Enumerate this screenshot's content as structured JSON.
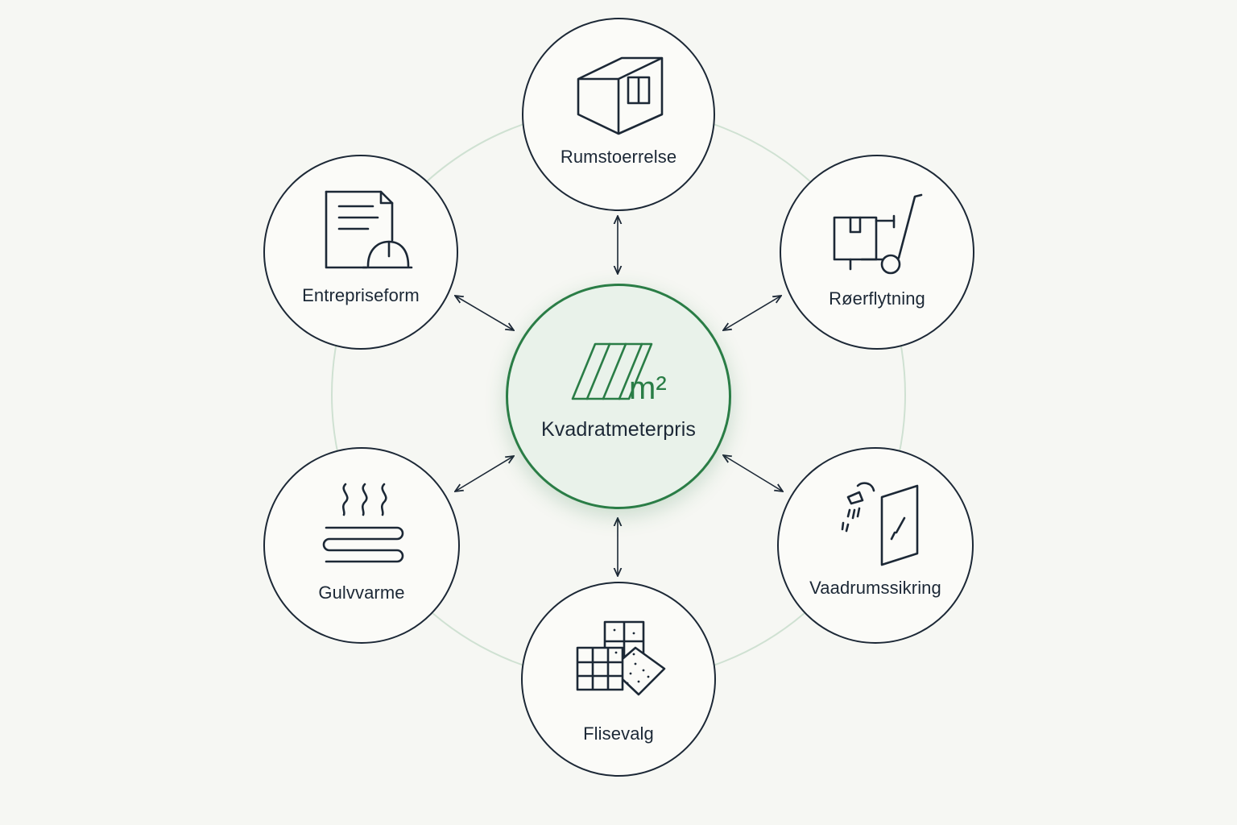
{
  "hub": {
    "label": "Kvadratmeterpris",
    "icon": "tile-m2-icon",
    "icon_text": "m²",
    "accent_color": "#2a7d46"
  },
  "nodes": [
    {
      "id": "rumstoerrelse",
      "label": "Rumstoerrelse",
      "icon": "room-box-icon"
    },
    {
      "id": "roerflytning",
      "label": "Røerflytning",
      "icon": "hand-truck-icon"
    },
    {
      "id": "vaadrumssikring",
      "label": "Vaadrumssikring",
      "icon": "shower-glass-icon"
    },
    {
      "id": "flisevalg",
      "label": "Flisevalg",
      "icon": "tiles-icon"
    },
    {
      "id": "gulvvarme",
      "label": "Gulvvarme",
      "icon": "floor-heating-icon"
    },
    {
      "id": "entrepriseform",
      "label": "Entrepriseform",
      "icon": "contract-helmet-icon"
    }
  ],
  "connections": "bidirectional",
  "colors": {
    "outline": "#1c2836",
    "ring": "#cfe1d2",
    "background": "#f6f7f3"
  }
}
